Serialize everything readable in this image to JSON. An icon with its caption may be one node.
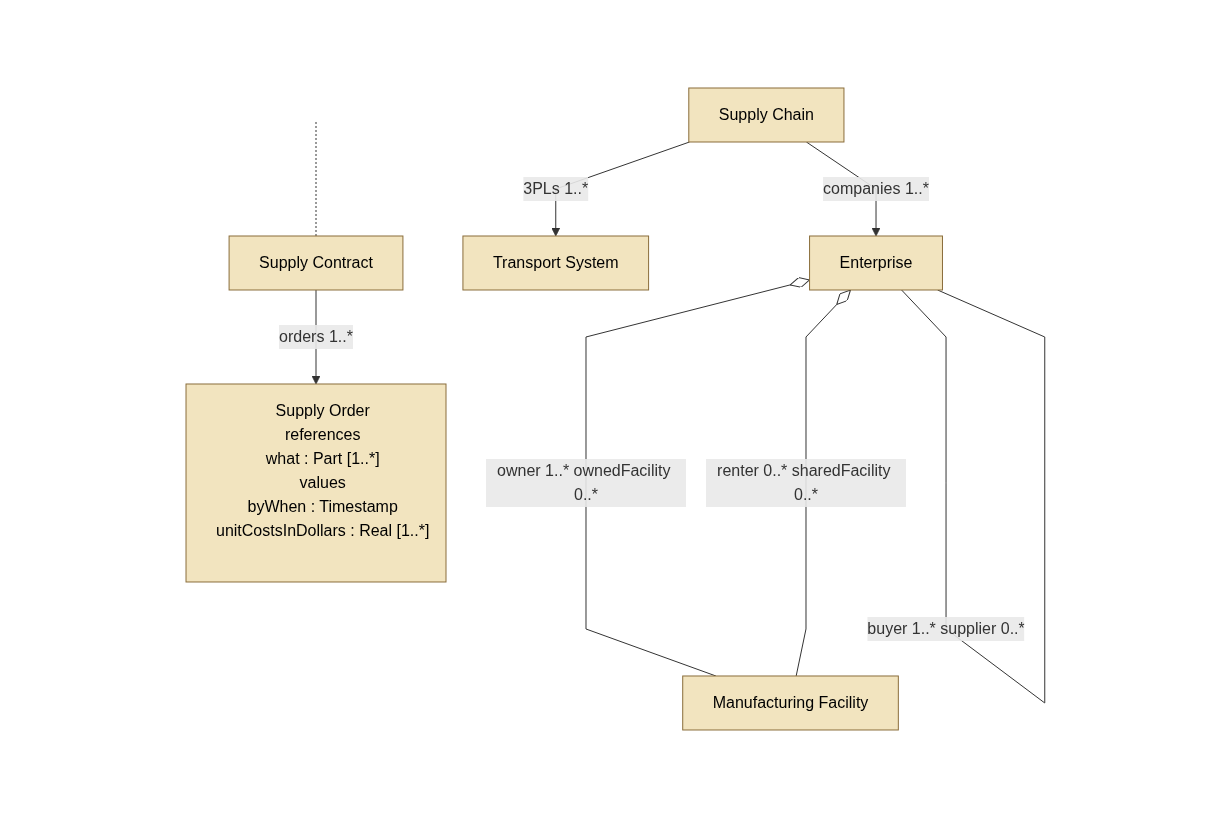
{
  "diagram": {
    "nodes": [
      {
        "text": [
          "Supply Chain"
        ]
      },
      {
        "text": [
          "Enterprise"
        ]
      },
      {
        "text": [
          "Transport System"
        ]
      },
      {
        "text": [
          "Manufacturing Facility"
        ]
      },
      {
        "text": [
          "Supply Contract"
        ]
      },
      {
        "text": [
          "Supply Order",
          "references",
          "what : Part [1..*]",
          "values",
          "byWhen : Timestamp",
          "unitCostsInDollars : Real [1..*]"
        ]
      }
    ],
    "edges": [
      {
        "from": 0,
        "to": 1,
        "arrow": "to",
        "label": "companies 1..*"
      },
      {
        "from": 0,
        "to": 2,
        "arrow": "to",
        "label": "3PLs 1..*"
      },
      {
        "from": 1,
        "to": 3,
        "arrow": "other",
        "label": "owner 1..* ownedFacility 0..*"
      },
      {
        "from": 1,
        "to": 3,
        "arrow": "other",
        "label": "renter 0..* sharedFacility 0..*"
      },
      {
        "from": 1,
        "to": 1,
        "arrow": "none",
        "label": "buyer 1..* supplier 0..*"
      },
      {
        "from": null,
        "to": 4,
        "arrow": "none",
        "style": "dashed"
      },
      {
        "from": 4,
        "to": 5,
        "arrow": "to",
        "label": "orders 1..*"
      }
    ]
  }
}
